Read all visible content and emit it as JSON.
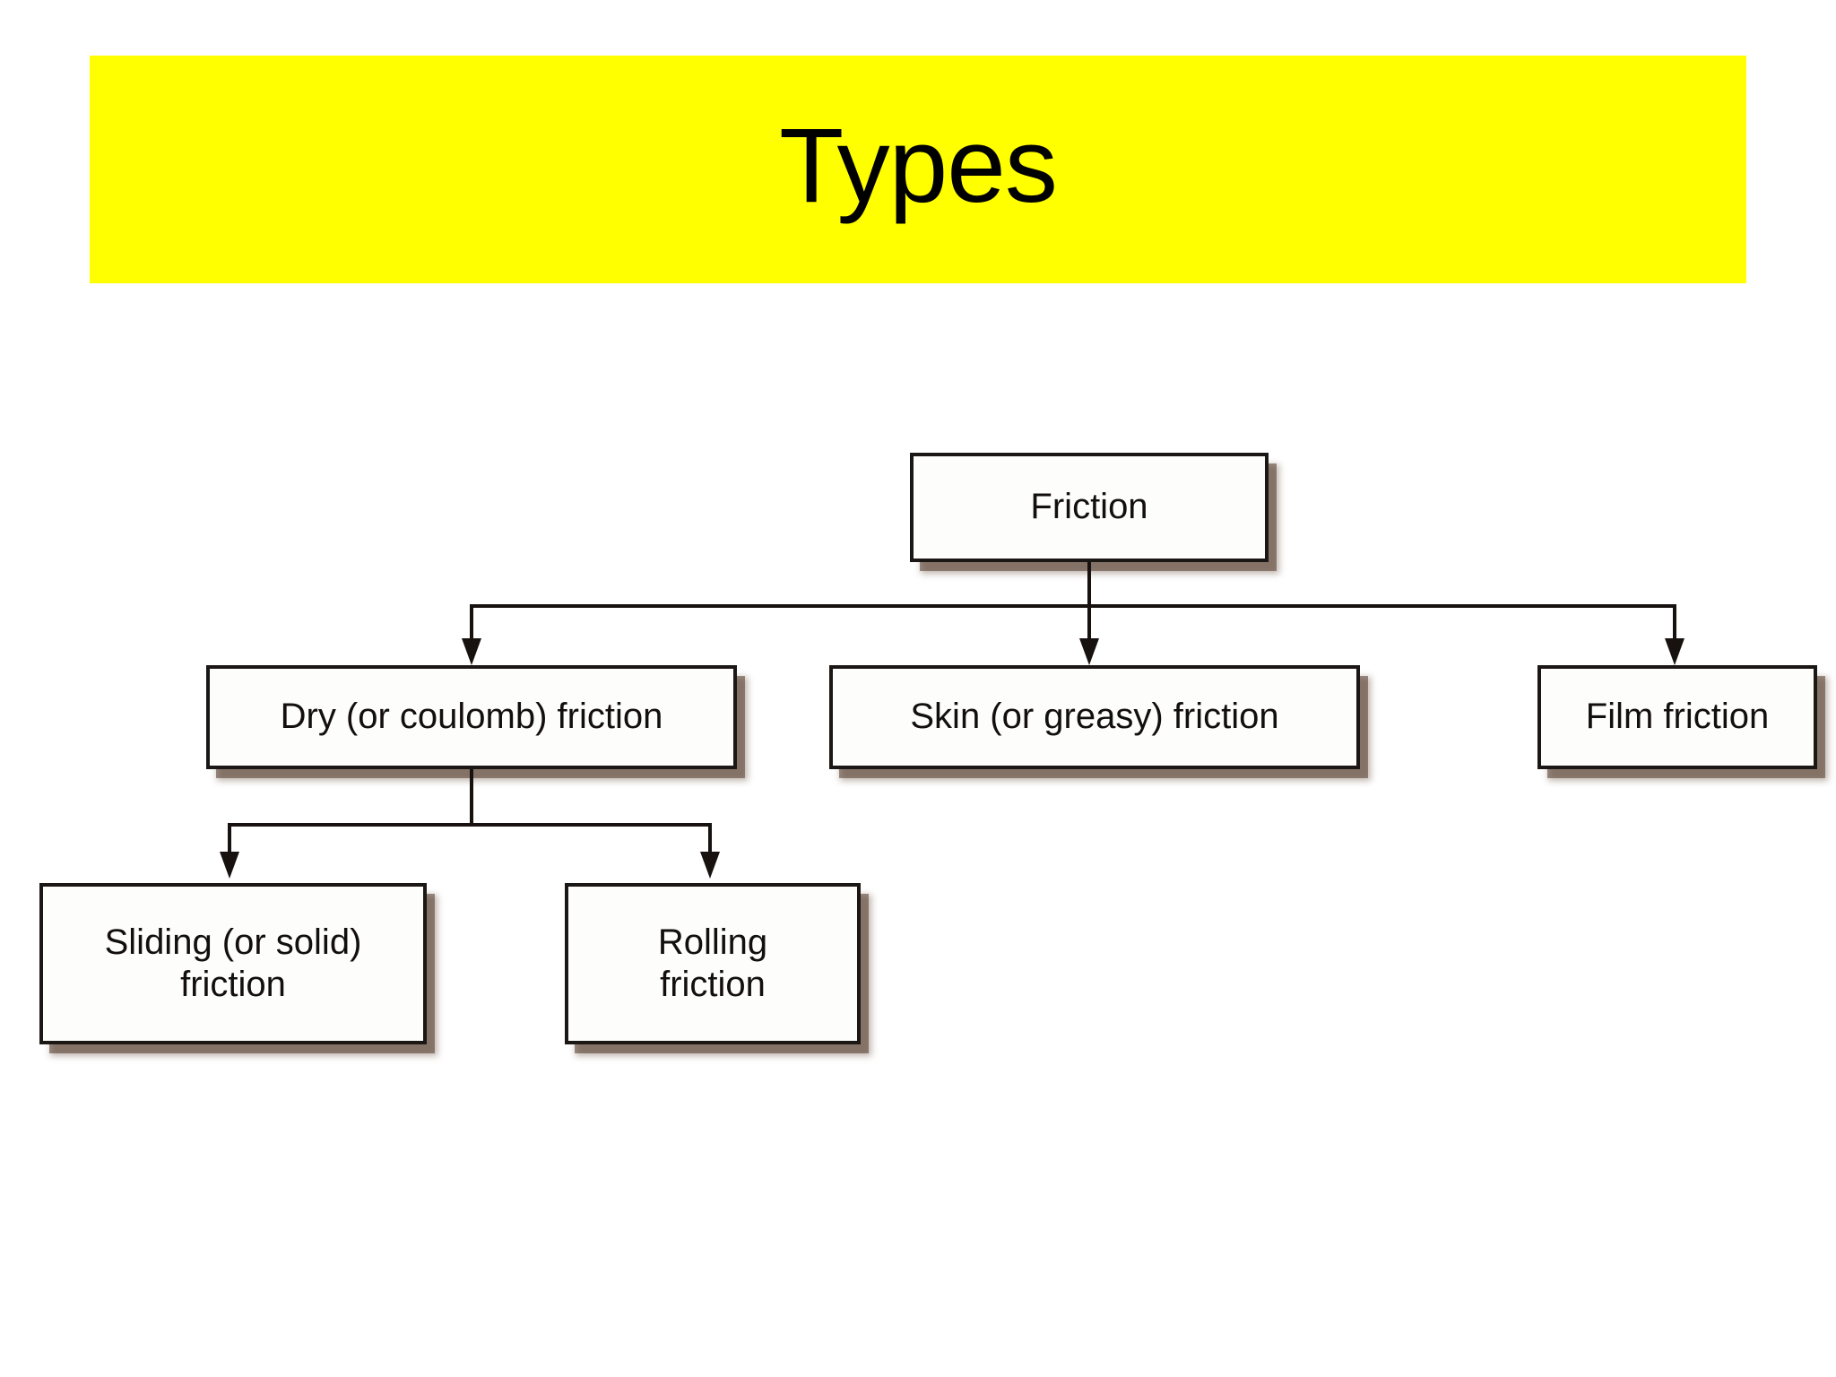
{
  "slide": {
    "title": "Types",
    "banner_color": "#FFFF00",
    "title_color": "#000000",
    "background_color": "#FFFFFF"
  },
  "diagram": {
    "type": "tree",
    "orientation": "top-down",
    "line_color": "#17120F",
    "node_fill": "#FDFDFB",
    "node_border": "#1B1714",
    "nodes": [
      {
        "id": "friction",
        "label": "Friction",
        "level": 0
      },
      {
        "id": "dry",
        "label": "Dry (or coulomb) friction",
        "level": 1
      },
      {
        "id": "skin",
        "label": "Skin (or greasy) friction",
        "level": 1
      },
      {
        "id": "film",
        "label": "Film friction",
        "level": 1
      },
      {
        "id": "sliding",
        "label": "Sliding (or solid)\nfriction",
        "level": 2
      },
      {
        "id": "rolling",
        "label": "Rolling\nfriction",
        "level": 2
      }
    ],
    "edges": [
      {
        "from": "friction",
        "to": "dry"
      },
      {
        "from": "friction",
        "to": "skin"
      },
      {
        "from": "friction",
        "to": "film"
      },
      {
        "from": "dry",
        "to": "sliding"
      },
      {
        "from": "dry",
        "to": "rolling"
      }
    ]
  }
}
